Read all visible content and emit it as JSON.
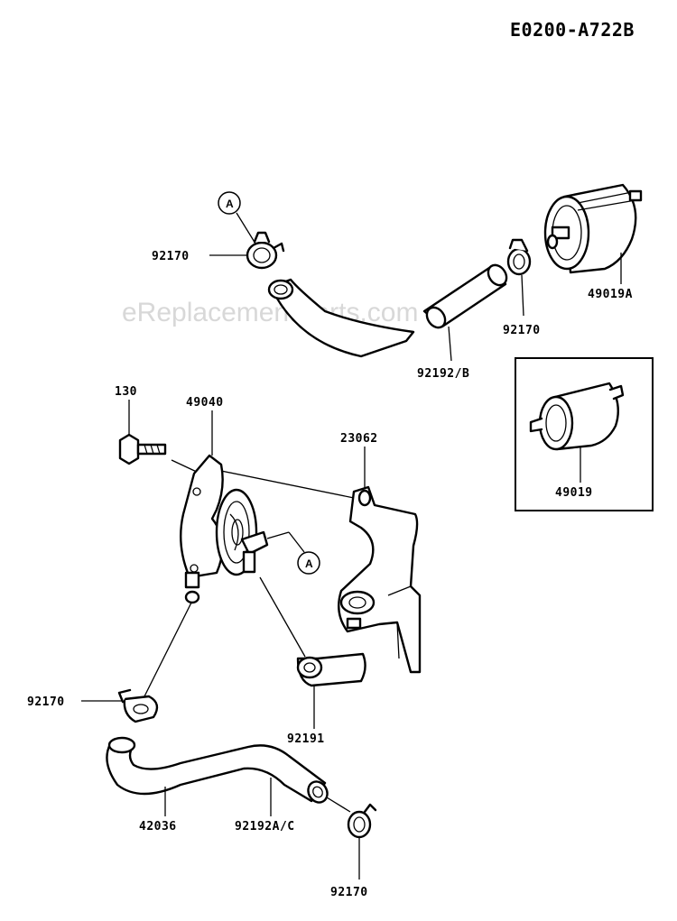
{
  "diagram_code": "E0200-A722B",
  "watermark": "eReplacementParts.com",
  "parts": {
    "clamp_top_left": "92170",
    "filter_a": "49019A",
    "clamp_top_right": "92170",
    "hose_top": "92192/B",
    "bolt": "130",
    "pump": "49040",
    "bracket": "23062",
    "filter_inset": "49019",
    "clamp_left": "92170",
    "hose_short": "92191",
    "hose_bottom": "42036",
    "hose_bottom_b": "92192A/C",
    "clamp_bottom": "92170"
  },
  "reference_markers": {
    "top": "A",
    "middle": "A"
  }
}
